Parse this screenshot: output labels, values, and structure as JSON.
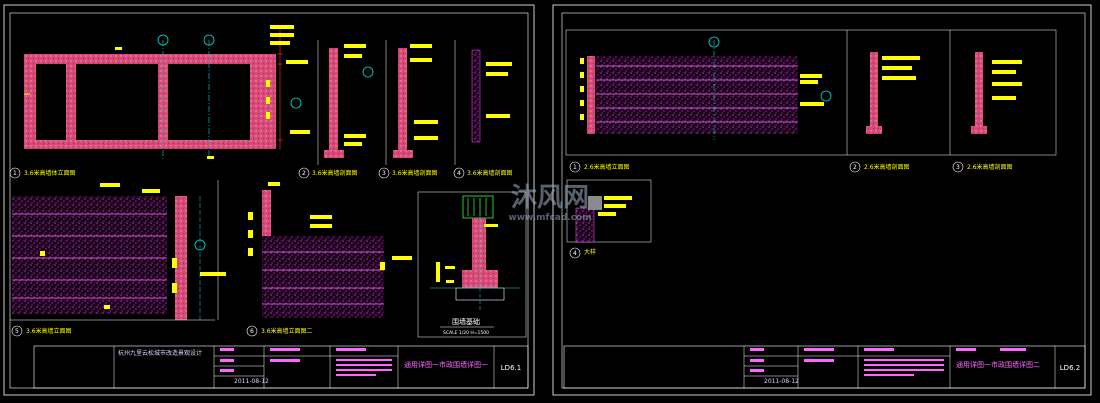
{
  "colors": {
    "background": "#000000",
    "frame": "#ffffff",
    "wall_fill": "#e05580",
    "hatch": "#ff44ff",
    "leader": "#ffff00",
    "axis_bubble": "#00dddd",
    "label": "#ffff00",
    "titleblock_text": "#ff66ff"
  },
  "sheet1": {
    "view_labels": [
      {
        "num": "1",
        "title": "3.6米高墙体立面图"
      },
      {
        "num": "2",
        "title": "3.6米高墙剖面图"
      },
      {
        "num": "3",
        "title": "3.6米高墙剖面图"
      },
      {
        "num": "4",
        "title": "3.6米高墙剖面图"
      },
      {
        "num": "5",
        "title": "3.6米高墙立面图"
      },
      {
        "num": "6",
        "title": "3.6米高墙立面图二"
      }
    ],
    "foundation_title": "围墙基础",
    "foundation_subtitle": "SCALE 1/20  H=1500",
    "titleblock": {
      "project": "杭州九里云松城市改造景观设计",
      "drawing_title": "通用详图一市政围墙详图一",
      "sheet_no": "LD6.1",
      "date": "2011-08-12"
    }
  },
  "sheet2": {
    "view_labels": [
      {
        "num": "1",
        "title": "2.6米高墙立面图"
      },
      {
        "num": "2",
        "title": "2.6米高墙剖面图"
      },
      {
        "num": "3",
        "title": "2.6米高墙剖面图"
      },
      {
        "num": "4",
        "title": "大样"
      }
    ],
    "titleblock": {
      "drawing_title": "通用详图一市政围墙详图二",
      "sheet_no": "LD6.2",
      "date": "2011-08-12"
    }
  },
  "watermark": {
    "brand": "沐风网",
    "url": "www.mfcad.com"
  }
}
